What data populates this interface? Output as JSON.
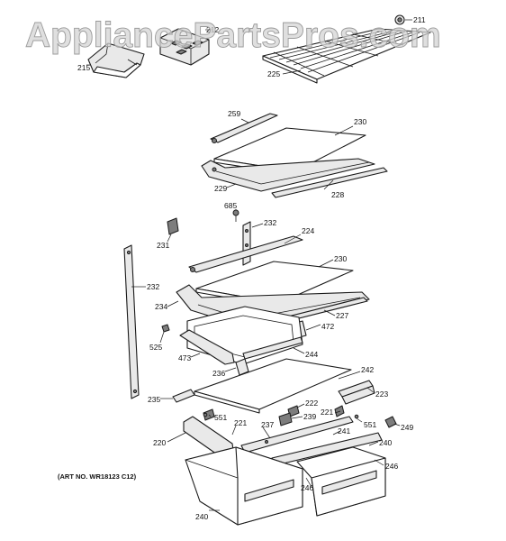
{
  "watermark": "AppliancePartsPros.com",
  "art_number": "(ART NO. WR18123 C12)",
  "callouts": [
    "215",
    "212",
    "211",
    "225",
    "259",
    "230",
    "229",
    "228",
    "685",
    "232",
    "224",
    "231",
    "230",
    "232",
    "234",
    "227",
    "472",
    "525",
    "244",
    "473",
    "236",
    "242",
    "235",
    "222",
    "221",
    "223",
    "551",
    "239",
    "221",
    "551",
    "249",
    "241",
    "220",
    "237",
    "240",
    "246",
    "246",
    "240"
  ],
  "colors": {
    "line": "#1a1a1a",
    "watermark": "#d4d4d4",
    "background": "#ffffff"
  }
}
